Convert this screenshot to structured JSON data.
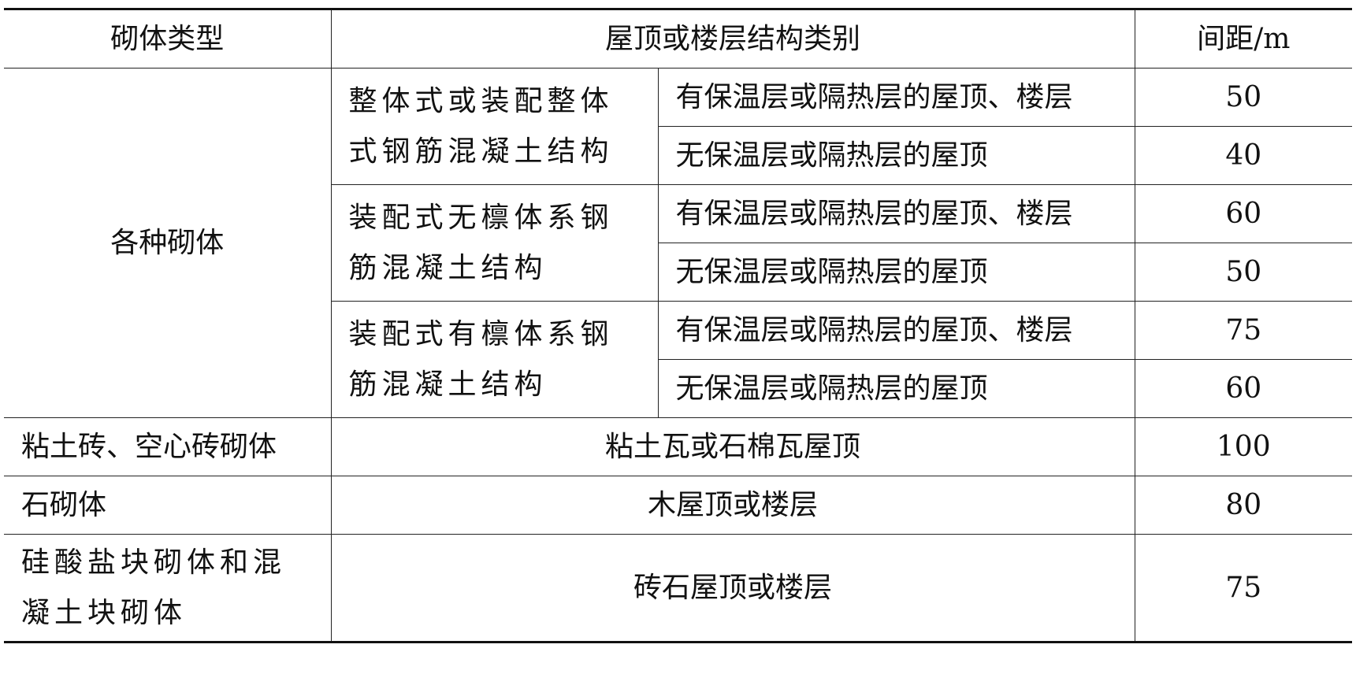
{
  "table": {
    "headers": {
      "masonry_type": "砌体类型",
      "structure_category": "屋顶或楼层结构类别",
      "spacing": "间距/m"
    },
    "group_all_masonry": {
      "label": "各种砌体",
      "subgroups": [
        {
          "structure": "整体式或装配整体式钢筋混凝土结构",
          "rows": [
            {
              "condition": "有保温层或隔热层的屋顶、楼层",
              "spacing": "50"
            },
            {
              "condition": "无保温层或隔热层的屋顶",
              "spacing": "40"
            }
          ]
        },
        {
          "structure": "装配式无檩体系钢筋混凝土结构",
          "rows": [
            {
              "condition": "有保温层或隔热层的屋顶、楼层",
              "spacing": "60"
            },
            {
              "condition": "无保温层或隔热层的屋顶",
              "spacing": "50"
            }
          ]
        },
        {
          "structure": "装配式有檩体系钢筋混凝土结构",
          "rows": [
            {
              "condition": "有保温层或隔热层的屋顶、楼层",
              "spacing": "75"
            },
            {
              "condition": "无保温层或隔热层的屋顶",
              "spacing": "60"
            }
          ]
        }
      ]
    },
    "other_rows": [
      {
        "masonry": "粘土砖、空心砖砌体",
        "structure": "粘土瓦或石棉瓦屋顶",
        "spacing": "100"
      },
      {
        "masonry": "石砌体",
        "structure": "木屋顶或楼层",
        "spacing": "80"
      },
      {
        "masonry": "硅酸盐块砌体和混凝土块砌体",
        "structure": "砖石屋顶或楼层",
        "spacing": "75"
      }
    ]
  }
}
